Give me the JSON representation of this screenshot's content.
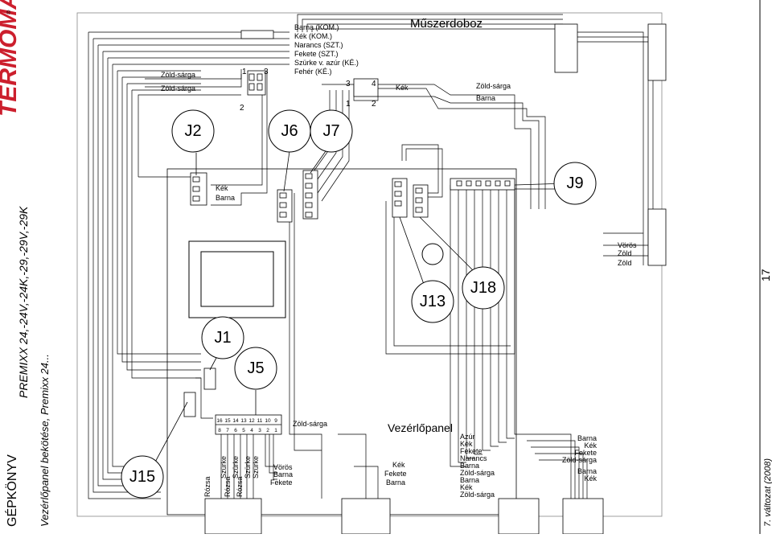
{
  "brand": {
    "logo_text": "TERMOMAX",
    "registered_mark": "®",
    "colors": {
      "logo": "#cc1f2d",
      "line": "#000000"
    }
  },
  "side": {
    "book": "GÉPKÖNYV",
    "model": "PREMIXX 24,-24V,-24K,-29,-29V,-29K",
    "subtitle": "Vezérlőpanel bekötése, Premixx 24...",
    "page_number": "17",
    "version": "7. változat (2008)"
  },
  "diagram": {
    "instrument_box": "Műszerdoboz",
    "panel_label": "Vezérlőpanel",
    "connectors": [
      "J2",
      "J6",
      "J7",
      "J9",
      "J13",
      "J18",
      "J1",
      "J5",
      "J15"
    ],
    "top_wires": [
      "Barna (KOM.)",
      "Kék (KOM.)",
      "Narancs (SZT.)",
      "Fekete (SZT.)",
      "Szürke v. azúr (KÉ.)",
      "Fehér (KÉ.)"
    ],
    "left_labels": [
      "Zöld-sárga",
      "Zöld-sárga"
    ],
    "top_mid": {
      "kek": "Kék",
      "zold_sarga": "Zöld-sárga",
      "barna": "Barna"
    },
    "j2_wires": [
      "Kék",
      "Barna"
    ],
    "right_wires": [
      "Vörös",
      "Zöld",
      "Zöld"
    ],
    "j5_wire": "Zöld-sárga",
    "pin_top": [
      "16",
      "15",
      "14",
      "13",
      "12",
      "11",
      "10",
      "9"
    ],
    "pin_bottom": [
      "8",
      "7",
      "6",
      "5",
      "4",
      "3",
      "2",
      "1"
    ],
    "j5_vertical": [
      "Rózsa",
      "Szürke",
      "Rózsa",
      "Szürke",
      "Rózsa",
      "Szürke",
      "Szürke"
    ],
    "j5_bottom_wires": [
      "Vörös",
      "Barna",
      "Fekete"
    ],
    "panel_bottom_wires": [
      "Kék",
      "Fekete",
      "Barna"
    ],
    "bottom_right_list": [
      "Azúr",
      "Kék",
      "Fekete",
      "Narancs",
      "Barna",
      "Zöld-sárga",
      "Barna",
      "Kék",
      "Zöld-sárga"
    ],
    "far_right_list": [
      "Barna",
      "Kék",
      "Fekete",
      "Zöld-sárga",
      "Barna",
      "Kék"
    ],
    "switch_pins": [
      "1",
      "2",
      "3",
      "1",
      "2",
      "3",
      "4"
    ]
  }
}
